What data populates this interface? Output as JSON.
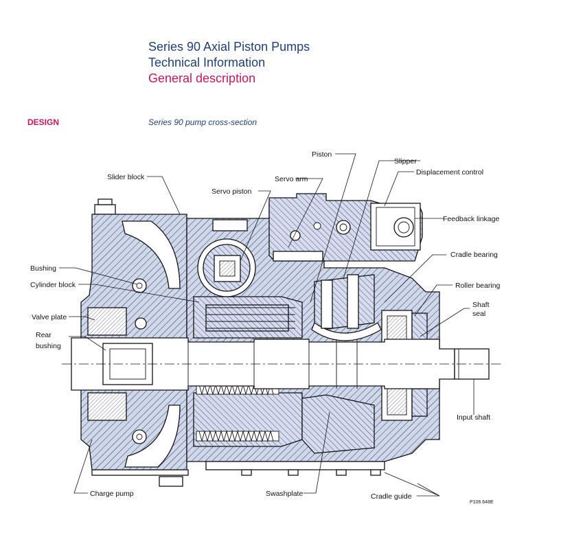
{
  "header": {
    "line1": "Series 90 Axial Piston Pumps",
    "line2": "Technical Information",
    "line3": "General description",
    "line3_color": "#c2185b",
    "title_color": "#1f3f73"
  },
  "section": {
    "label": "DESIGN",
    "color": "#c2185b"
  },
  "figure": {
    "caption": "Series 90 pump cross-section",
    "reference": "P106 648E",
    "labels": {
      "piston": "Piston",
      "slipper": "Slipper",
      "displacement_control": "Displacement control",
      "slider_block": "Slider block",
      "servo_arm": "Servo arm",
      "servo_piston": "Servo piston",
      "feedback_linkage": "Feedback linkage",
      "cradle_bearing": "Cradle bearing",
      "bushing": "Bushing",
      "roller_bearing": "Roller bearing",
      "cylinder_block": "Cylinder block",
      "shaft_line1": "Shaft",
      "shaft_line2": "seal",
      "valve_plate": "Valve plate",
      "rear_line1": "Rear",
      "rear_line2": "bushing",
      "input_shaft": "Input shaft",
      "charge_pump": "Charge pump",
      "swashplate": "Swashplate",
      "cradle_guide": "Cradle guide"
    }
  }
}
